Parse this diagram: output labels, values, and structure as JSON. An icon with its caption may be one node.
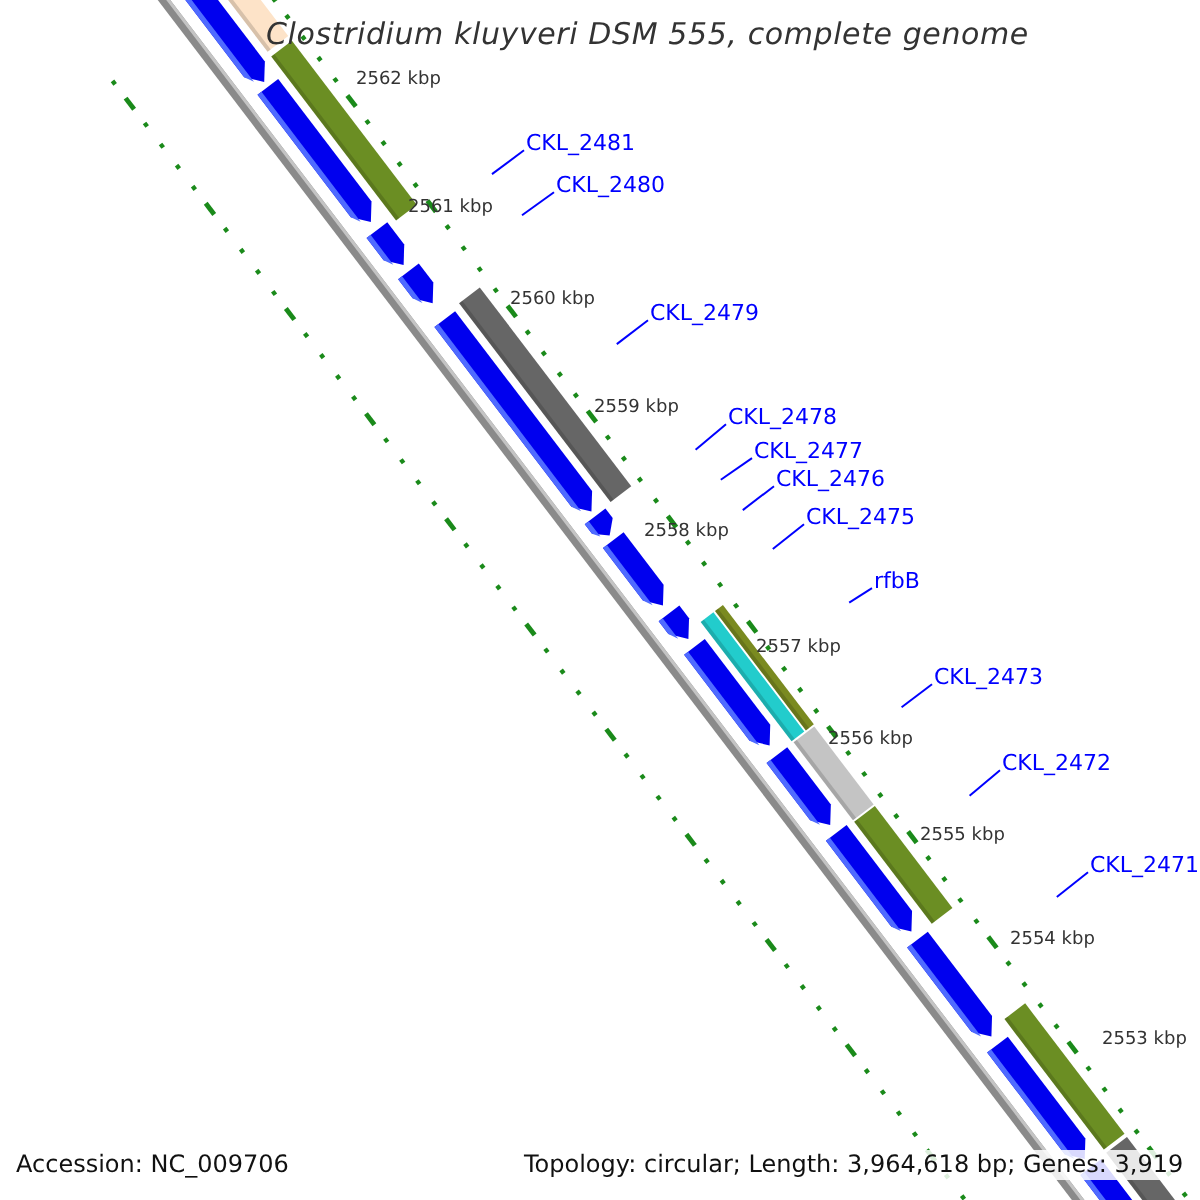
{
  "diagram": {
    "title": "Clostridium kluyveri DSM 555, complete genome",
    "nodes": [
      {
        "text": [
          "CKL_2481"
        ]
      },
      {
        "text": [
          "CKL_2480"
        ]
      },
      {
        "text": [
          "CKL_2479"
        ]
      },
      {
        "text": [
          "CKL_2478"
        ]
      },
      {
        "text": [
          "CKL_2477"
        ]
      },
      {
        "text": [
          "CKL_2476"
        ]
      },
      {
        "text": [
          "CKL_2475"
        ]
      },
      {
        "text": [
          "rfbB"
        ]
      },
      {
        "text": [
          "CKL_2473"
        ]
      },
      {
        "text": [
          "CKL_2472"
        ]
      },
      {
        "text": [
          "CKL_2471"
        ]
      }
    ],
    "edges": [
      {
        "from": 0,
        "to": null,
        "arrow": "none"
      },
      {
        "from": 1,
        "to": null,
        "arrow": "none"
      },
      {
        "from": 2,
        "to": null,
        "arrow": "none"
      },
      {
        "from": 3,
        "to": null,
        "arrow": "none"
      },
      {
        "from": 4,
        "to": null,
        "arrow": "none"
      },
      {
        "from": 5,
        "to": null,
        "arrow": "none"
      },
      {
        "from": 6,
        "to": null,
        "arrow": "none"
      },
      {
        "from": 7,
        "to": null,
        "arrow": "none"
      },
      {
        "from": 8,
        "to": null,
        "arrow": "none"
      },
      {
        "from": 9,
        "to": null,
        "arrow": "none"
      },
      {
        "from": 10,
        "to": null,
        "arrow": "none"
      }
    ],
    "labels": [
      "2562 kbp",
      "2561 kbp",
      "2560 kbp",
      "2559 kbp",
      "2558 kbp",
      "2557 kbp",
      "2556 kbp",
      "2555 kbp",
      "2554 kbp",
      "2553 kbp",
      "Accession: NC_009706",
      "Topology: circular; Length: 3,964,618 bp; Genes: 3,919"
    ]
  }
}
